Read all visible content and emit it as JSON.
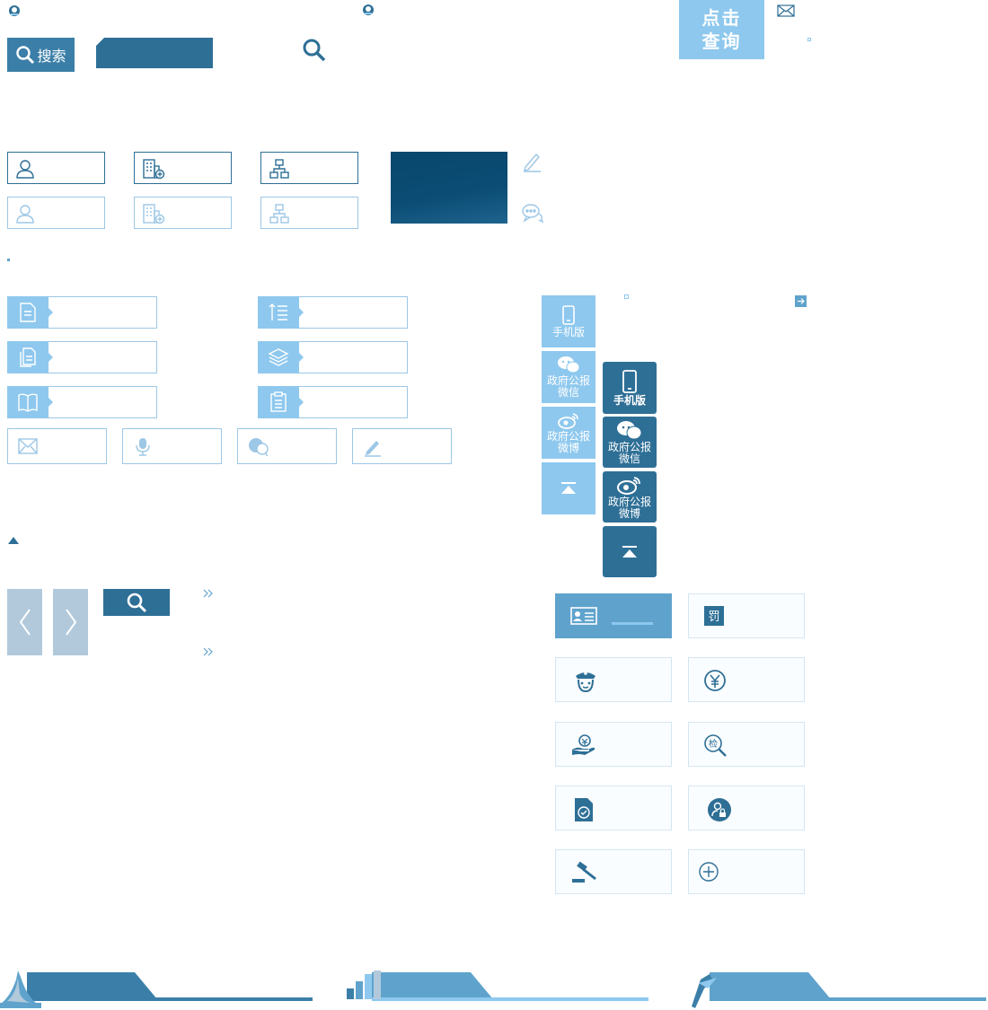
{
  "header": {
    "search_label": "搜索",
    "query_button": {
      "line1": "点击",
      "line2": "查询"
    }
  },
  "side_bar": [
    {
      "label": "手机版",
      "icon": "mobile-icon"
    },
    {
      "label": "政府公报微信",
      "icon": "wechat-icon"
    },
    {
      "label": "政府公报微博",
      "icon": "weibo-icon"
    },
    {
      "label": "",
      "icon": "back-to-top-icon"
    }
  ],
  "side_bar_dark": [
    {
      "label": "手机版",
      "icon": "mobile-icon"
    },
    {
      "label": "政府公报微信",
      "icon": "wechat-icon"
    },
    {
      "label": "政府公报微博",
      "icon": "weibo-icon"
    },
    {
      "label": "",
      "icon": "back-to-top-icon"
    }
  ],
  "colors": {
    "primary": "#2e6f96",
    "light": "#8ec8ee",
    "border_light": "#9cc7e6",
    "dark_block": "#08476d",
    "arrow_gray": "#b2c9db"
  }
}
